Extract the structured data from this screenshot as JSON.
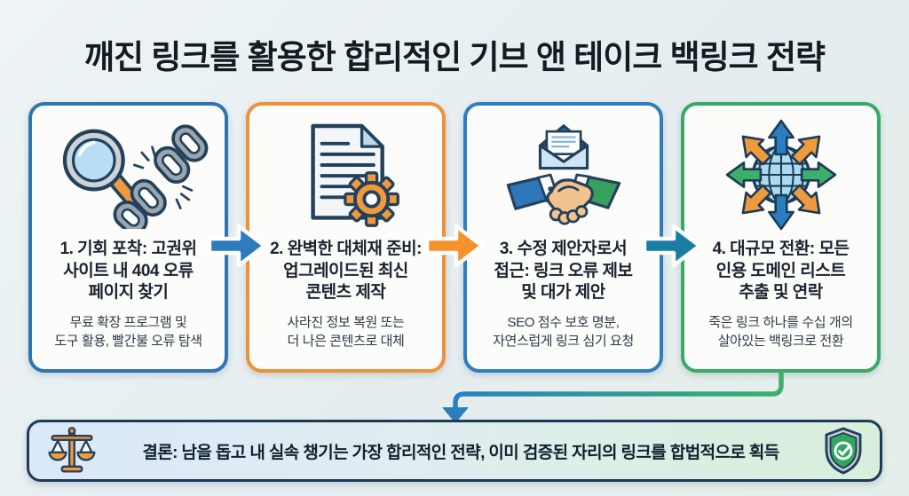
{
  "title": "깨진 링크를 활용한 합리적인 기브 앤 테이크 백링크 전략",
  "steps": [
    {
      "icon": "magnifier-broken-chain-icon",
      "accent_color": "#2e75b4",
      "title": "1. 기회 포착: 고권위\n사이트 내 404 오류\n페이지 찾기",
      "subtitle": "무료 확장 프로그램 및\n도구 활용, 빨간불 오류 탐색"
    },
    {
      "icon": "document-gear-icon",
      "accent_color": "#f0913a",
      "title": "2. 완벽한 대체재 준비:\n업그레이드된 최신\n콘텐츠 제작",
      "subtitle": "사라진 정보 복원 또는\n더 나은 콘텐츠로 대체"
    },
    {
      "icon": "handshake-mail-icon",
      "accent_color": "#2e7fc0",
      "title": "3. 수정 제안자로서\n접근: 링크 오류 제보\n및 대가 제안",
      "subtitle": "SEO 점수 보호 명분,\n자연스럽게 링크 심기 요청"
    },
    {
      "icon": "globe-arrows-icon",
      "accent_color": "#35ab66",
      "title": "4. 대규모 전환: 모든\n인용 도메인 리스트\n추출 및 연락",
      "subtitle": "죽은 링크 하나를 수십 개의\n살아있는 백링크로 전환"
    }
  ],
  "arrows": {
    "arrow_1_2": "#2e7bbd",
    "arrow_2_3": "#f5922e",
    "arrow_3_4": "#1a7da4",
    "connector_start": "#2b7fc0",
    "connector_end": "#3cb06a"
  },
  "conclusion": {
    "left_icon": "scales-icon",
    "right_icon": "shield-check-icon",
    "text": "결론: 남을 돕고 내 실속 챙기는 가장 합리적인 전략, 이미 검증된 자리의 링크를 합법적으로 획득"
  }
}
